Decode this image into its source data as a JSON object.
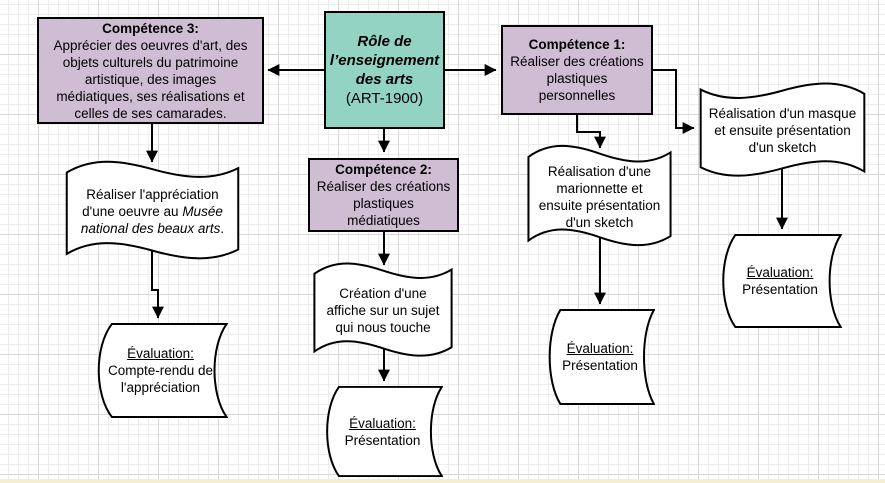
{
  "diagram": {
    "colors": {
      "competence_fill": "#cfbdd4",
      "role_fill": "#92d3c4",
      "shape_fill": "#ffffff",
      "stroke": "#000000",
      "grid_minor": "#ececec",
      "grid_major": "#d7d7d7",
      "bottom_strip": "#f4eed2"
    },
    "nodes": {
      "role": {
        "title": "Rôle de l’enseignement des arts",
        "subtitle": "(ART-1900)"
      },
      "competence3": {
        "title": "Compétence 3:",
        "body": "Apprécier des oeuvres d'art, des objets culturels du patrimoine artistique, des images médiatiques, ses réalisations et celles de ses camarades."
      },
      "competence1": {
        "title": "Compétence 1:",
        "body": "Réaliser des créations plastiques personnelles"
      },
      "competence2": {
        "title": "Compétence 2:",
        "body": "Réaliser des créations plastiques médiatiques"
      },
      "appreciation": {
        "prefix": "Réaliser l'appréciation d'une oeuvre au ",
        "italic": "Musée national des beaux arts",
        "suffix": "."
      },
      "eval_appreciation": {
        "title": "Évaluation:",
        "body": "Compte-rendu de l'appréciation"
      },
      "affiche": {
        "body": "Création d'une affiche sur un sujet qui nous touche"
      },
      "eval_affiche": {
        "title": "Évaluation:",
        "body": "Présentation"
      },
      "marionnette": {
        "body": "Réalisation d'une marionnette et ensuite présentation d'un sketch"
      },
      "eval_marionnette": {
        "title": "Évaluation:",
        "body": "Présentation"
      },
      "masque": {
        "body": "Réalisation d'un masque et ensuite présentation d'un sketch"
      },
      "eval_masque": {
        "title": "Évaluation:",
        "body": "Présentation"
      }
    }
  }
}
